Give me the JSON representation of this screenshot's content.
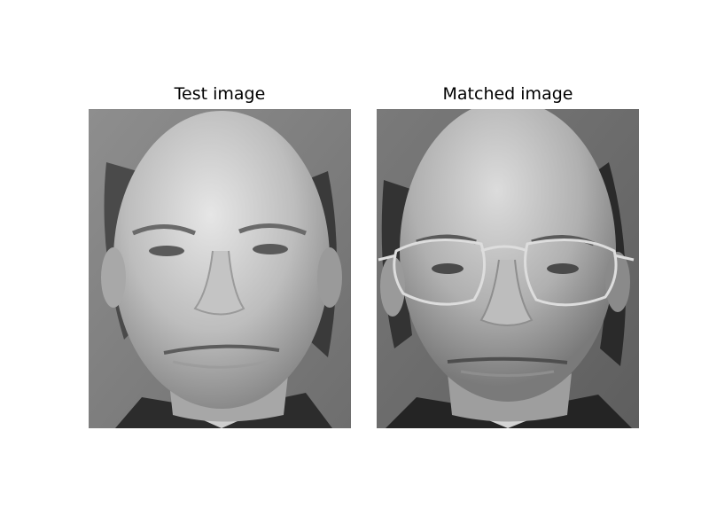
{
  "figure": {
    "panels": [
      {
        "title": "Test image",
        "subject": "grayscale frontal face photo, balding man, no glasses",
        "glasses": false
      },
      {
        "title": "Matched image",
        "subject": "grayscale frontal face photo, balding man wearing wire-rim glasses",
        "glasses": true
      }
    ],
    "colors": {
      "background": "#ffffff",
      "photo_backdrop": "#7d7d7d",
      "skin_light": "#d2d2d2",
      "hair_dark": "#3a3a3a"
    }
  }
}
